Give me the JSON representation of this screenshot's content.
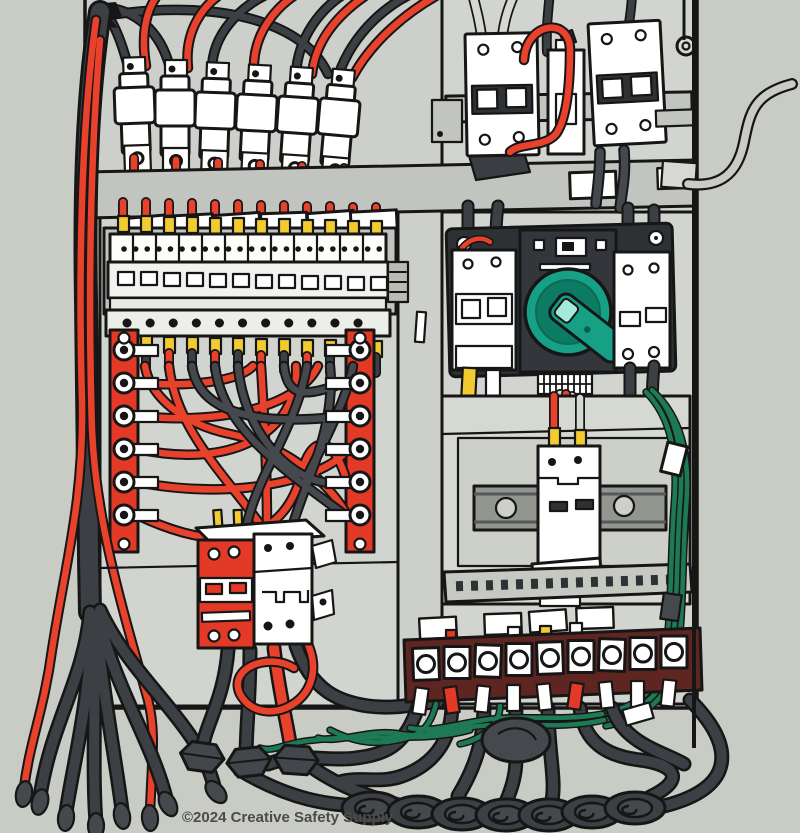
{
  "footer": {
    "copyright": "©2024 Creative Safety Supply"
  },
  "colors": {
    "bg": "#c9ccc4",
    "panel": "#cdd0ca",
    "bay": "#d2d5cf",
    "panel_light": "#d6d8d2",
    "beam": "#c2c5bf",
    "inner_recess": "#cdd0c9",
    "module_face": "#f2f3ef",
    "outline": "#161616",
    "white": "#ffffff",
    "wire_red": "#e8412c",
    "wire_dark": "#45484d",
    "cable_dark": "#3c3f44",
    "wire_green": "#1d7a55",
    "busbar_red": "#e23a27",
    "terminal_maroon": "#5f2621",
    "ferrule_yellow": "#f2cb30",
    "knob_teal": "#16a085",
    "knob_teal_dark": "#0c7a64",
    "knob_teal_light": "#a5ead8",
    "din_rail": "#93968f",
    "metal_gray": "#b9bcb6",
    "copyright_text": "#4b4b4b"
  },
  "components": [
    "supply-wire-bundle",
    "fuse-holder-row",
    "mounting-beam",
    "miniature-breaker-row",
    "left-busbar",
    "right-busbar",
    "crossover-wires",
    "main-breaker",
    "top-right-breaker-group",
    "rotary-disconnect-switch",
    "din-rail-breaker",
    "terminal-strip",
    "green-wire-loom",
    "cable-grommet-row",
    "copyright-note"
  ]
}
